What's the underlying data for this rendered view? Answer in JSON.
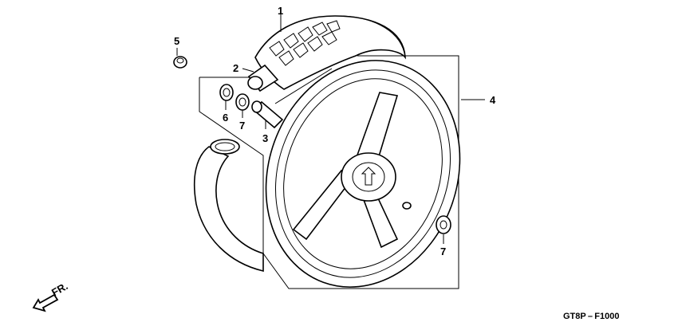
{
  "callouts": {
    "c1": "1",
    "c2": "2",
    "c3": "3",
    "c4": "4",
    "c5": "5",
    "c6": "6",
    "c7a": "7",
    "c7b": "7"
  },
  "direction_marker": "FR.",
  "diagram_code": "GT8P – F1000"
}
